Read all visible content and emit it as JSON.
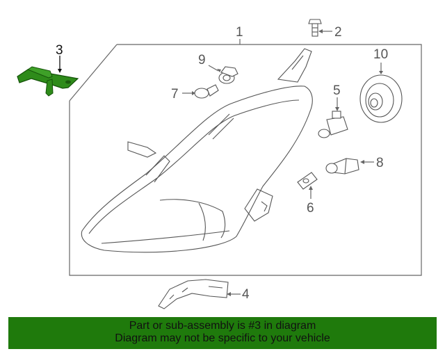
{
  "callouts": {
    "c1": "1",
    "c2": "2",
    "c3": "3",
    "c4": "4",
    "c5": "5",
    "c6": "6",
    "c7": "7",
    "c8": "8",
    "c9": "9",
    "c10": "10"
  },
  "highlight": {
    "part_number": "3",
    "color": "#2e8b1a"
  },
  "banner": {
    "line1": "Part or sub-assembly is #3 in diagram",
    "line2": "Diagram may not be specific to your vehicle",
    "background": "#1f7a0c"
  }
}
